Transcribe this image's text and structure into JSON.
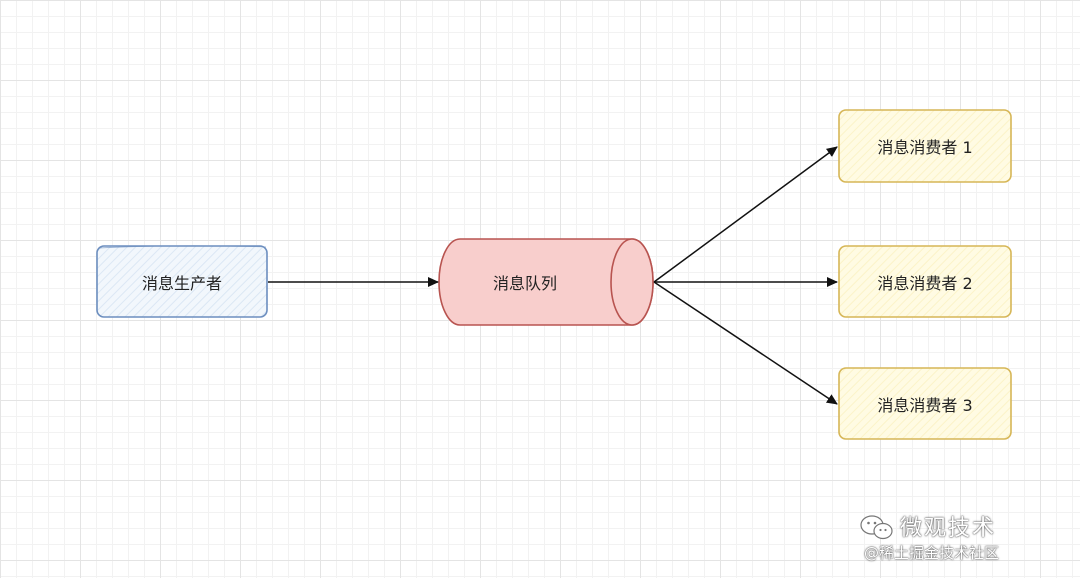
{
  "diagram": {
    "producer": {
      "label": "消息生产者"
    },
    "queue": {
      "label": "消息队列"
    },
    "consumers": [
      {
        "label": "消息消费者 1"
      },
      {
        "label": "消息消费者 2"
      },
      {
        "label": "消息消费者 3"
      }
    ]
  },
  "watermark": {
    "title": "微观技术",
    "subtitle": "@稀土掘金技术社区"
  },
  "colors": {
    "producer_fill": "#f2f7fc",
    "producer_stroke": "#6c8ebf",
    "queue_fill": "#f8cecc",
    "queue_stroke": "#b85450",
    "consumer_fill": "#fffbe3",
    "consumer_stroke": "#d6b656",
    "arrow": "#111111"
  }
}
